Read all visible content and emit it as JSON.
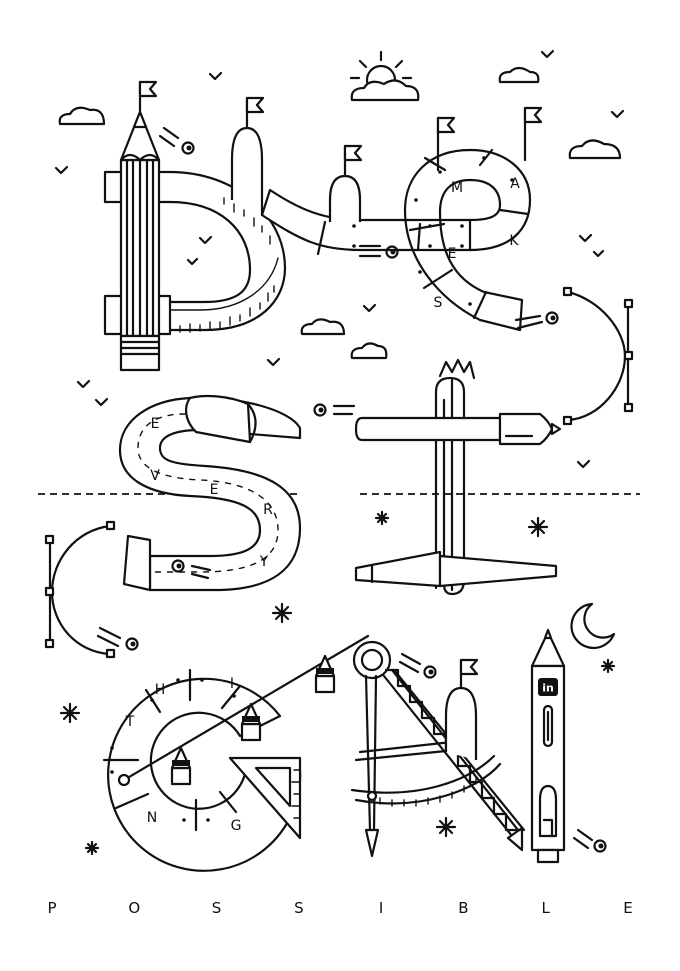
{
  "phrase_one": [
    "M",
    "A",
    "K",
    "E"
  ],
  "phrase_s": "S",
  "phrase_two": [
    "E",
    "V",
    "E",
    "R",
    "Y"
  ],
  "phrase_three": [
    "T",
    "H",
    "I",
    "N",
    "G"
  ],
  "logo_badge": "in",
  "footer_letters": [
    "P",
    "O",
    "S",
    "S",
    "I",
    "B",
    "L",
    "E"
  ],
  "ink_color": "#111111",
  "paper_color": "#ffffff"
}
